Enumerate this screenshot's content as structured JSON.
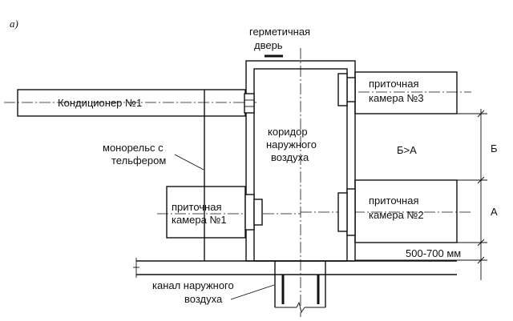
{
  "figure": {
    "panel_label": "а)"
  },
  "labels": {
    "door_line1": "герметичная",
    "door_line2": "дверь",
    "conditioner": "Кондиционер №1",
    "chamber3_line1": "приточная",
    "chamber3_line2": "камера №3",
    "monorail_line1": "монорельс с",
    "monorail_line2": "тельфером",
    "corridor_line1": "коридор",
    "corridor_line2": "наружного",
    "corridor_line3": "воздуха",
    "relation": "Б>А",
    "dim_b": "Б",
    "dim_a": "А",
    "chamber1_line1": "приточная",
    "chamber1_line2": "камера №1",
    "chamber2_line1": "приточная",
    "chamber2_line2": "камера №2",
    "clearance": "500-700 мм",
    "channel_line1": "канал наружного",
    "channel_line2": "воздуха"
  }
}
